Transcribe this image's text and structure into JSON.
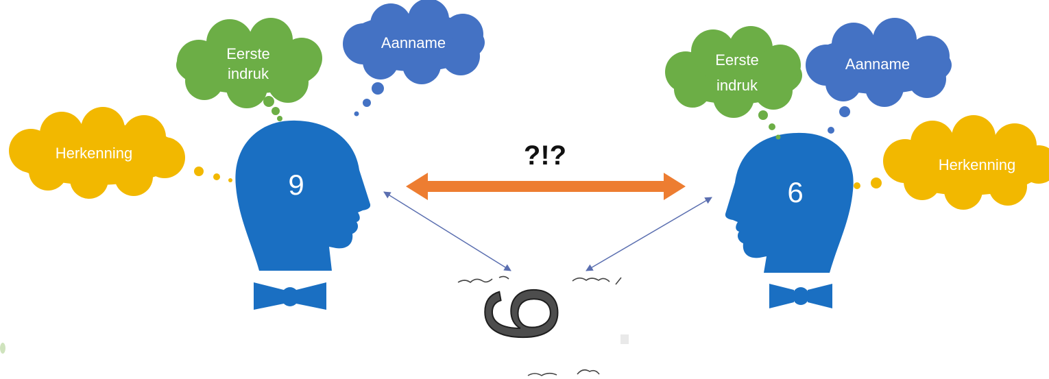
{
  "center_label": "?!?",
  "left_person": {
    "number": "9",
    "clouds": {
      "first_impression": [
        "Eerste",
        "indruk"
      ],
      "assumption": "Aanname",
      "recognition": "Herkenning"
    }
  },
  "right_person": {
    "number": "6",
    "clouds": {
      "first_impression": [
        "Eerste",
        "indruk"
      ],
      "assumption": "Aanname",
      "recognition": "Herkenning"
    }
  },
  "center_sign_glyph": "6",
  "colors": {
    "head": "#1a6fc2",
    "green_cloud": "#6cae46",
    "blue_cloud": "#4472c4",
    "yellow_cloud": "#f2b800",
    "arrow": "#ed7d31",
    "thin_arrow": "#5b6fb0"
  }
}
